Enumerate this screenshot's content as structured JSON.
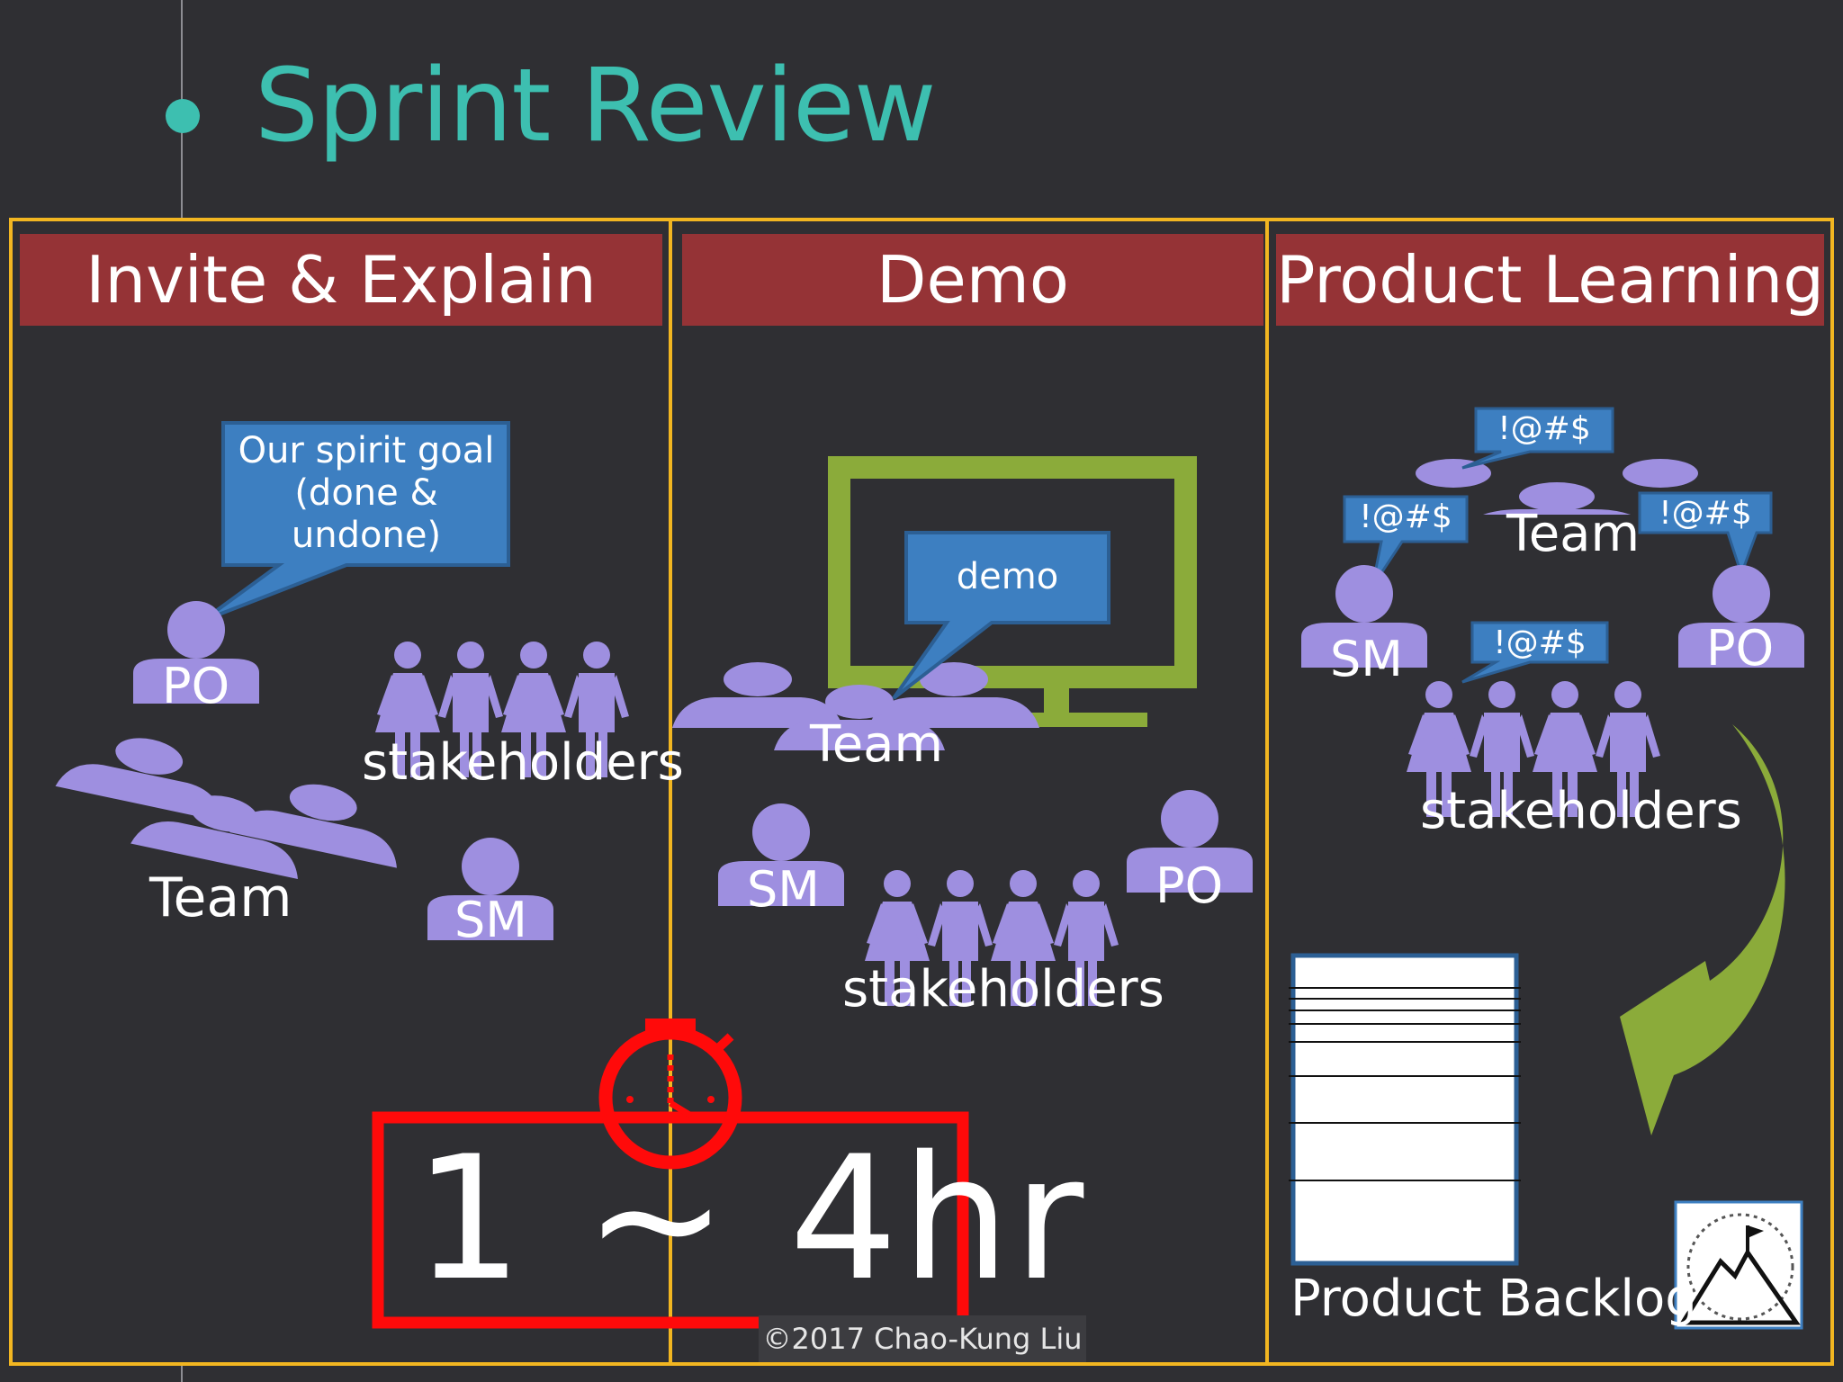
{
  "slide": {
    "title": "Sprint Review",
    "copyright": "©2017 Chao-Kung Liu"
  },
  "colors": {
    "background": "#2f2f33",
    "title": "#3dbfb0",
    "header": "#953336",
    "frame": "#f2b621",
    "people": "#9e8fe0",
    "callout": "#3d7fc1",
    "monitor": "#8bab3a",
    "timer": "#ff0a0a"
  },
  "columns": [
    {
      "header": "Invite & Explain",
      "callout": [
        "Our spirit goal",
        "(done &",
        "undone)"
      ],
      "labels": {
        "po": "PO",
        "stakeholders": "stakeholders",
        "team": "Team",
        "sm": "SM"
      }
    },
    {
      "header": "Demo",
      "callout": "demo",
      "labels": {
        "team": "Team",
        "sm": "SM",
        "po": "PO",
        "stakeholders": "stakeholders"
      }
    },
    {
      "header": "Product Learning",
      "bubbles": [
        "!@#$",
        "!@#$",
        "!@#$",
        "!@#$"
      ],
      "labels": {
        "team": "Team",
        "sm": "SM",
        "po": "PO",
        "stakeholders": "stakeholders"
      },
      "backlog_label": "Product Backlog"
    }
  ],
  "timebox": "1 ~ 4hr",
  "icons": [
    "person-icon",
    "team-icon",
    "stakeholders-icon",
    "monitor-icon",
    "speech-bubble-icon",
    "stopwatch-icon",
    "curved-arrow-icon",
    "backlog-sheet-icon",
    "mountain-flag-icon"
  ]
}
